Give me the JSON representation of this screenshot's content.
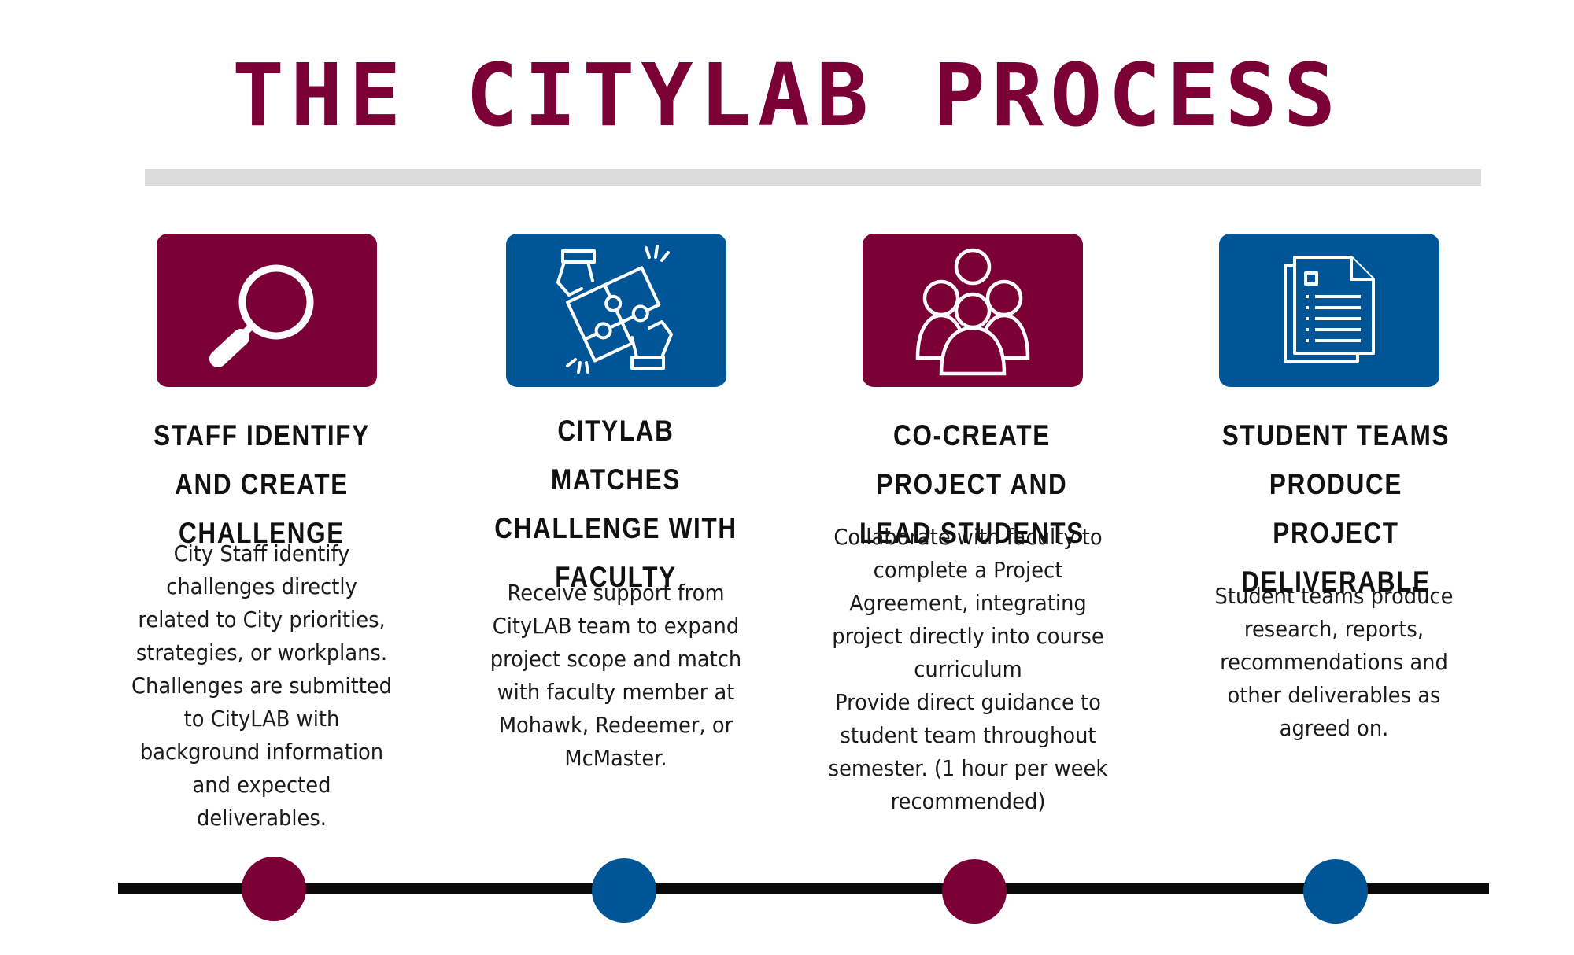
{
  "title": "THE CITYLAB PROCESS",
  "colors": {
    "maroon": "#7a0036",
    "blue": "#005596",
    "divider": "#dcdcdc",
    "timeline": "#0a0a0a"
  },
  "steps": [
    {
      "icon": "magnifier-icon",
      "color": "maroon",
      "heading": "STAFF IDENTIFY AND CREATE CHALLENGE",
      "body": "City Staff identify challenges directly related to City priorities, strategies, or workplans. Challenges are submitted to CityLAB with background information and expected deliverables."
    },
    {
      "icon": "puzzle-hands-icon",
      "color": "blue",
      "heading": "CITYLAB MATCHES CHALLENGE WITH FACULTY",
      "body": "Receive support from CityLAB team to expand project scope and match with faculty member at Mohawk, Redeemer, or McMaster."
    },
    {
      "icon": "people-group-icon",
      "color": "maroon",
      "heading": "CO-CREATE PROJECT AND LEAD STUDENTS",
      "body": "Collaborate with faculty to complete a Project Agreement, integrating project directly into course curriculum\nProvide direct guidance to student team throughout semester. (1 hour per week recommended)"
    },
    {
      "icon": "document-icon",
      "color": "blue",
      "heading": "STUDENT TEAMS PRODUCE PROJECT DELIVERABLE",
      "body": "Student teams produce research, reports, recommendations and other deliverables as agreed on."
    }
  ]
}
